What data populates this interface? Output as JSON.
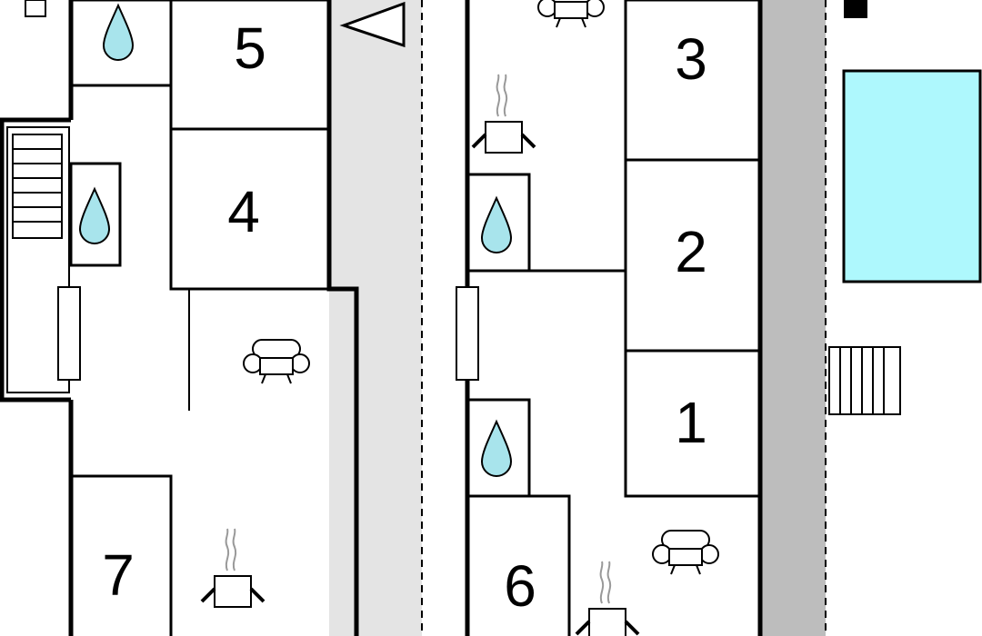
{
  "rooms": [
    {
      "label": "5"
    },
    {
      "label": "4"
    },
    {
      "label": "7"
    },
    {
      "label": "3"
    },
    {
      "label": "2"
    },
    {
      "label": "1"
    },
    {
      "label": "6"
    }
  ],
  "colors": {
    "water": "#a8e4ec",
    "pool": "#aef8fd",
    "corridor_light": "#e4e4e4",
    "corridor_dark": "#bdbdbd",
    "wall": "#000000"
  },
  "icons": [
    "water-drop-icon",
    "armchair-icon",
    "cooking-pot-icon",
    "stairs-icon",
    "window-icon",
    "pool-icon",
    "direction-arrow-icon"
  ]
}
